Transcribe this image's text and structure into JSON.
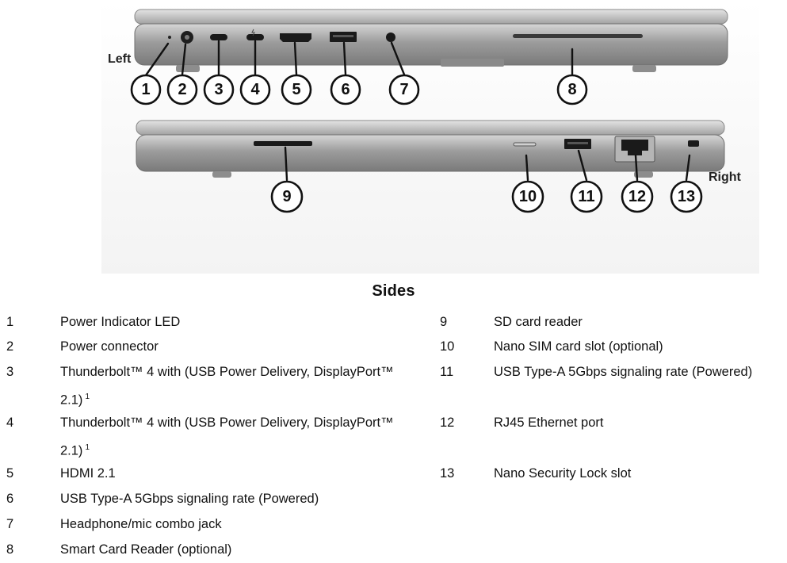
{
  "figure": {
    "left_label": "Left",
    "right_label": "Right",
    "callouts": [
      "1",
      "2",
      "3",
      "4",
      "5",
      "6",
      "7",
      "8",
      "9",
      "10",
      "11",
      "12",
      "13"
    ]
  },
  "section_title": "Sides",
  "left_column": [
    {
      "num": "1",
      "text": "Power Indicator LED"
    },
    {
      "num": "2",
      "text": "Power connector"
    },
    {
      "num": "3",
      "text": "Thunderbolt™ 4 with (USB Power Delivery, DisplayPort™",
      "text2": "2.1)",
      "sup": "1"
    },
    {
      "num": "4",
      "text": "Thunderbolt™ 4 with (USB Power Delivery, DisplayPort™",
      "text2": "2.1)",
      "sup": "1"
    },
    {
      "num": "5",
      "text": "HDMI 2.1"
    },
    {
      "num": "6",
      "text": "USB Type-A 5Gbps signaling rate (Powered)"
    },
    {
      "num": "7",
      "text": "Headphone/mic combo jack"
    },
    {
      "num": "8",
      "text": "Smart Card Reader (optional)"
    }
  ],
  "right_column": [
    {
      "num": "9",
      "text": "SD card reader"
    },
    {
      "num": "10",
      "text": "Nano SIM card slot (optional)"
    },
    {
      "num": "11",
      "text": "USB Type-A 5Gbps signaling rate (Powered)"
    },
    {
      "num": "12",
      "text": "RJ45 Ethernet port"
    },
    {
      "num": "13",
      "text": "Nano Security Lock slot"
    }
  ]
}
